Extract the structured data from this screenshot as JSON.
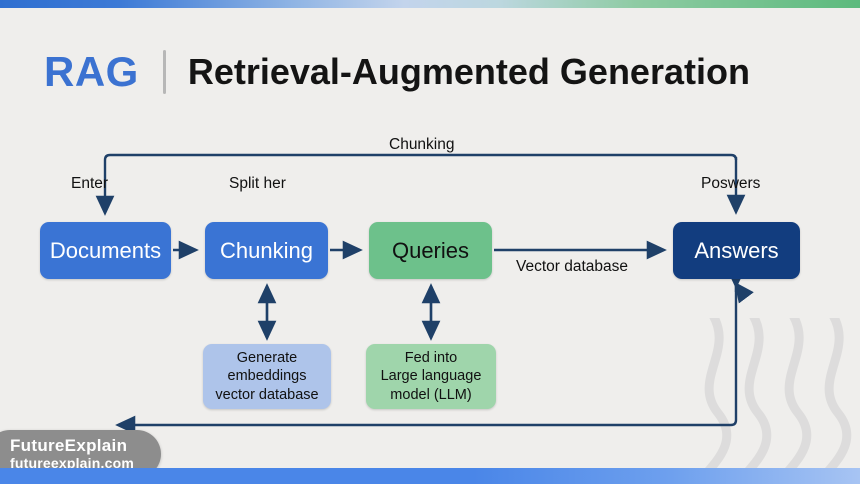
{
  "header": {
    "logo": "RAG",
    "title": "Retrieval-Augmented Generation",
    "logo_color": "#3b72d1",
    "title_color": "#141414",
    "gradient_from": "#2f6fd0",
    "gradient_mid": "#c3d4ec",
    "gradient_to": "#5cba7d"
  },
  "diagram": {
    "nodes": [
      {
        "id": "documents",
        "label": "Documents",
        "fill": "#3a74d4",
        "text_color": "#ffffff"
      },
      {
        "id": "chunking",
        "label": "Chunking",
        "fill": "#3a74d4",
        "text_color": "#ffffff"
      },
      {
        "id": "queries",
        "label": "Queries",
        "fill": "#6dc18b",
        "text_color": "#111111"
      },
      {
        "id": "answers",
        "label": "Answers",
        "fill": "#123d7f",
        "text_color": "#ffffff"
      },
      {
        "id": "embeddings",
        "label": "Generate\nembeddings\nvector database",
        "line1": "Generate",
        "line2": "embeddings",
        "line3": "vector database",
        "fill": "#aec4ea",
        "text_color": "#111111"
      },
      {
        "id": "llm",
        "label": "Fed into\nLarge language\nmodel (LLM)",
        "line1": "Fed into",
        "line2": "Large language",
        "line3": "model (LLM)",
        "fill": "#9fd5ab",
        "text_color": "#111111"
      }
    ],
    "edge_labels": {
      "top_loop": "Chunking",
      "enter": "Enter",
      "split": "Split her",
      "poswers": "Poswers",
      "vector_database": "Vector database"
    },
    "edge_color": "#1f4068"
  },
  "watermark": {
    "brand": "FutureExplain",
    "site": "futureexplain.com",
    "pill_color": "#8d8d8d"
  },
  "footer": {
    "bar_color": "#4a86e8"
  }
}
